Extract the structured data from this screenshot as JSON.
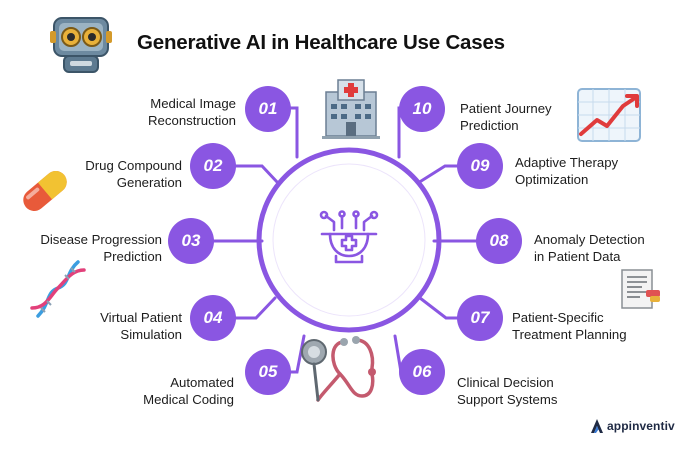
{
  "title": "Generative AI in Healthcare Use Cases",
  "brand": "appinventiv",
  "accent_color": "#8a56e2",
  "items": [
    {
      "number": "01",
      "label": "Medical Image\nReconstruction"
    },
    {
      "number": "02",
      "label": "Drug Compound\nGeneration"
    },
    {
      "number": "03",
      "label": "Disease Progression\nPrediction"
    },
    {
      "number": "04",
      "label": "Virtual Patient\nSimulation"
    },
    {
      "number": "05",
      "label": "Automated\nMedical Coding"
    },
    {
      "number": "06",
      "label": "Clinical Decision\nSupport Systems"
    },
    {
      "number": "07",
      "label": "Patient-Specific\nTreatment Planning"
    },
    {
      "number": "08",
      "label": "Anomaly Detection\nin Patient Data"
    },
    {
      "number": "09",
      "label": "Adaptive Therapy\nOptimization"
    },
    {
      "number": "10",
      "label": "Patient Journey\nPrediction"
    }
  ],
  "icons": {
    "header": "robot-icon",
    "center": "ai-health-chip-icon",
    "item_01": "hospital-icon",
    "item_02": "capsule-icon",
    "item_04": "dna-icon",
    "item_05": "stethoscope-icon",
    "item_07": "medical-report-icon",
    "item_10": "growth-chart-icon",
    "brand": "appinventiv-logo-icon"
  }
}
